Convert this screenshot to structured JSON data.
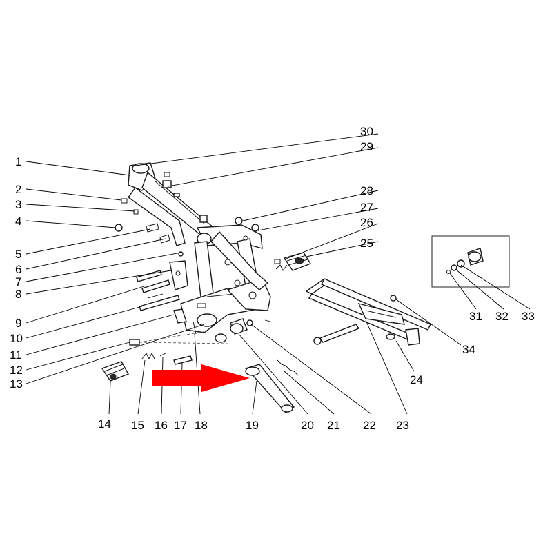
{
  "diagram": {
    "callouts": [
      "1",
      "2",
      "3",
      "4",
      "5",
      "6",
      "7",
      "8",
      "9",
      "10",
      "11",
      "12",
      "13",
      "14",
      "15",
      "16",
      "17",
      "18",
      "19",
      "20",
      "21",
      "22",
      "23",
      "24",
      "25",
      "26",
      "27",
      "28",
      "29",
      "30",
      "31",
      "32",
      "33",
      "34"
    ]
  },
  "colors": {
    "line": "#1a1a1a",
    "arrow": "#ff0000",
    "background": "#ffffff"
  },
  "icons": {
    "highlight": "red-arrow-icon"
  }
}
